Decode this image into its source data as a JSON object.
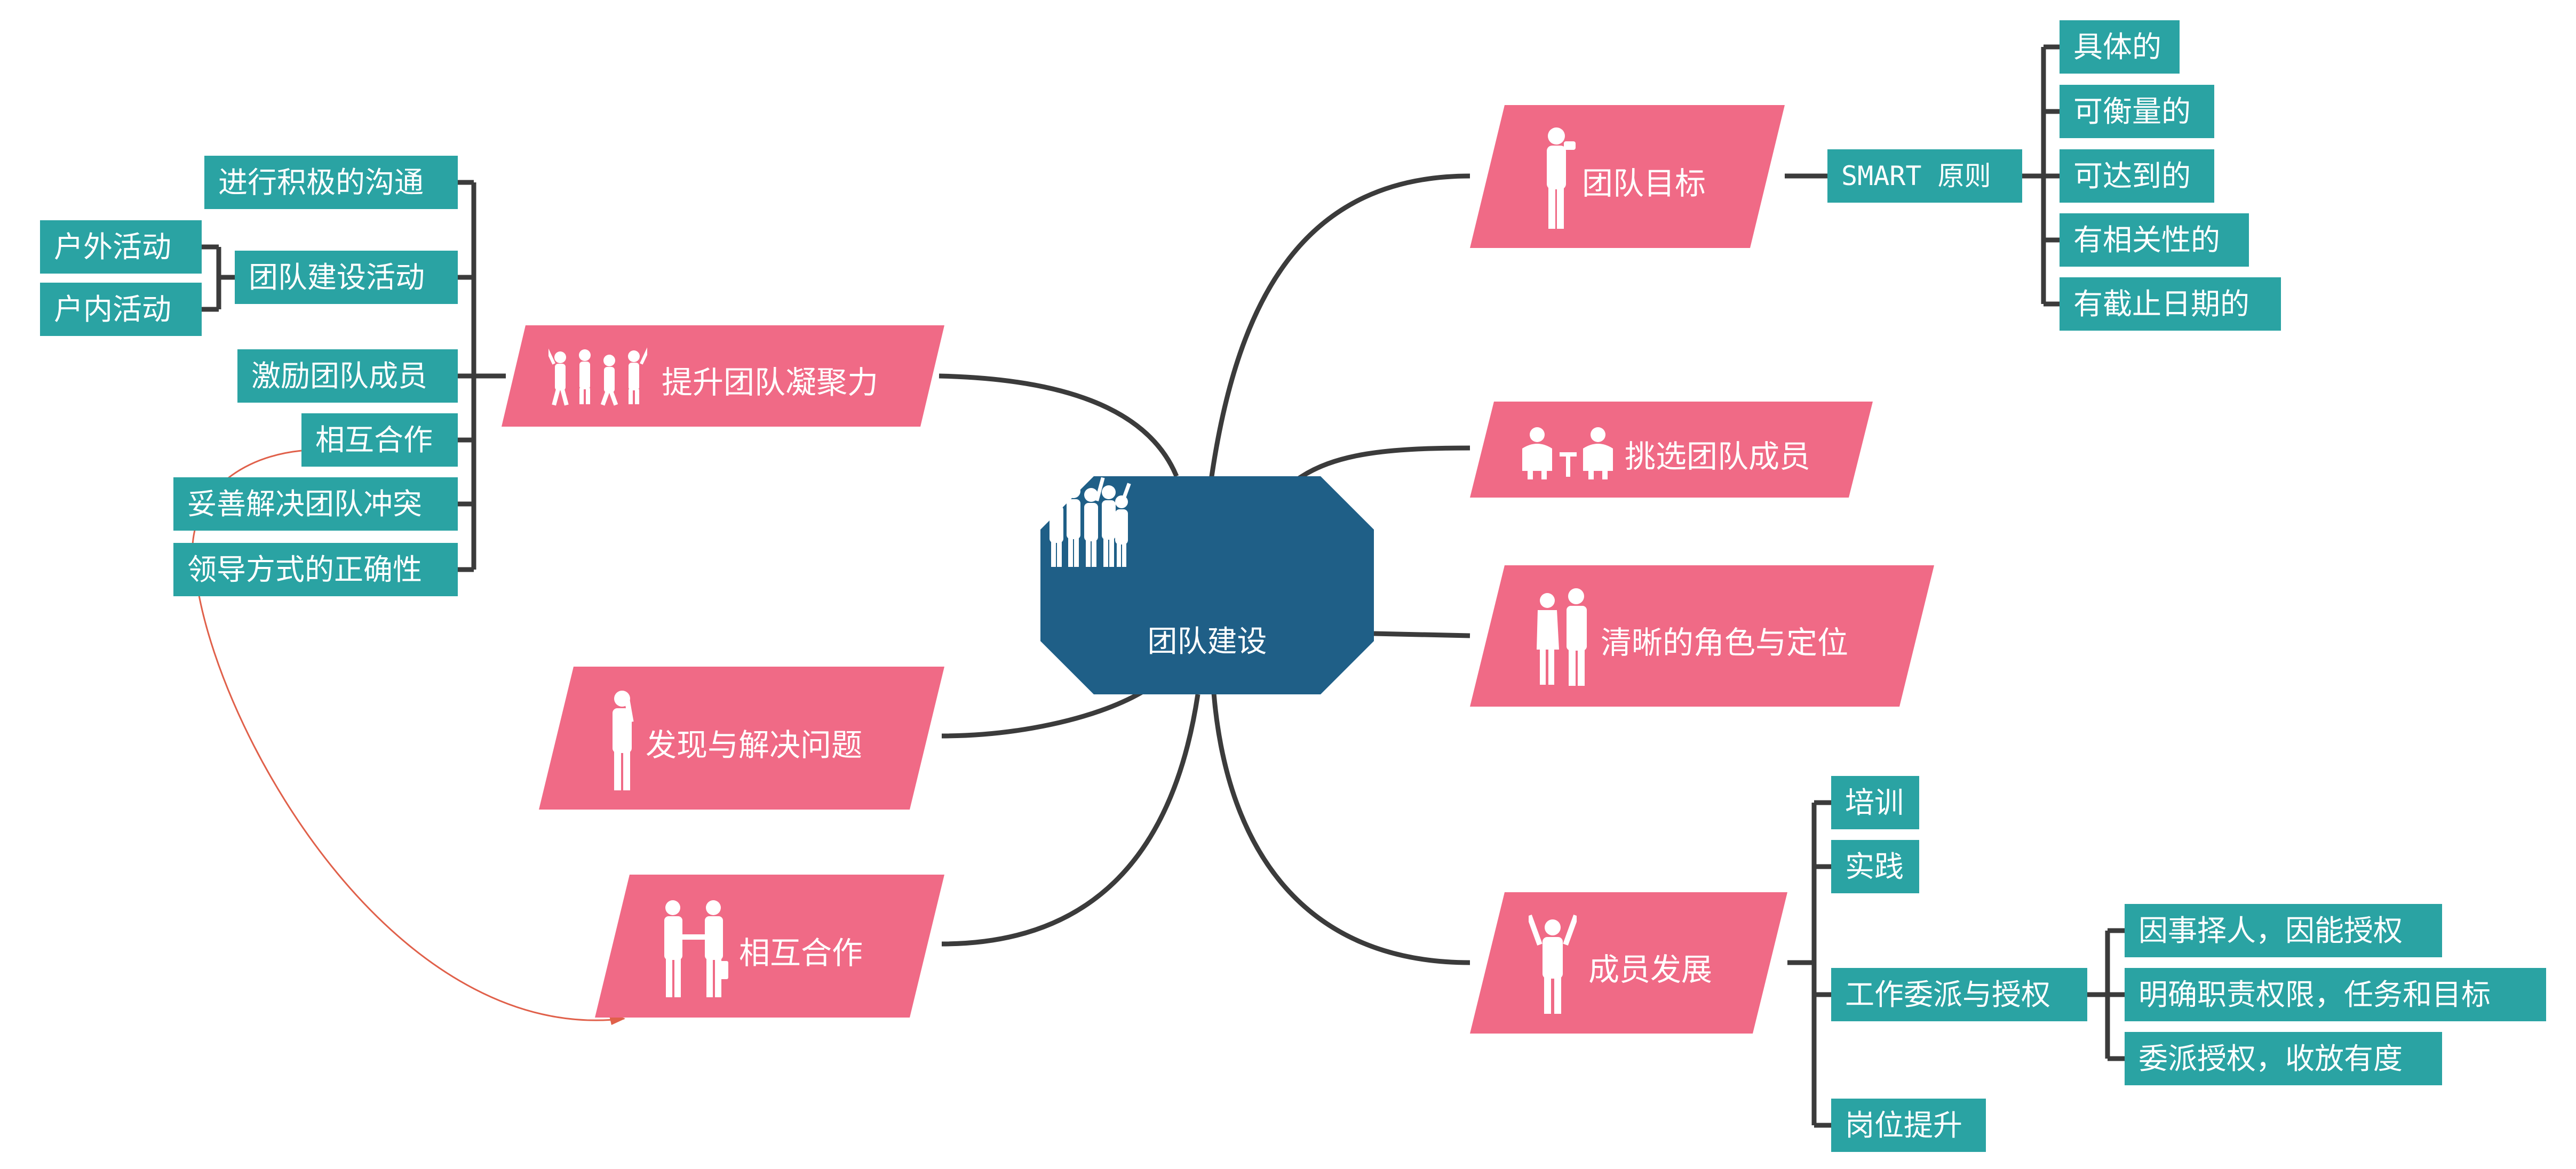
{
  "colors": {
    "central": "#1f5f87",
    "main": "#f06a86",
    "sub": "#2aa3a3",
    "line": "#3b3b3b",
    "relation": "#e0604a"
  },
  "central": {
    "label": "团队建设",
    "icon": "group-silhouette-icon"
  },
  "right": {
    "goal": {
      "label": "团队目标",
      "icon": "person-silhouette-icon",
      "principle": "SMART 原则",
      "items": [
        "具体的",
        "可衡量的",
        "可达到的",
        "有相关性的",
        "有截止日期的"
      ]
    },
    "select": {
      "label": "挑选团队成员",
      "icon": "meeting-silhouette-icon"
    },
    "roles": {
      "label": "清晰的角色与定位",
      "icon": "two-people-silhouette-icon"
    },
    "develop": {
      "label": "成员发展",
      "icon": "cheering-person-silhouette-icon",
      "items": [
        "培训",
        "实践",
        "工作委派与授权",
        "岗位提升"
      ],
      "delegation": [
        "因事择人，因能授权",
        "明确职责权限，任务和目标",
        "委派授权，收放有度"
      ]
    }
  },
  "left": {
    "cohesion": {
      "label": "提升团队凝聚力",
      "icon": "jumping-people-silhouette-icon",
      "items": [
        "进行积极的沟通",
        "团队建设活动",
        "激励团队成员",
        "相互合作",
        "妥善解决团队冲突",
        "领导方式的正确性"
      ],
      "activities": [
        "户外活动",
        "户内活动"
      ]
    },
    "problem": {
      "label": "发现与解决问题",
      "icon": "thinking-person-silhouette-icon"
    },
    "cooperate": {
      "label": "相互合作",
      "icon": "handshake-silhouette-icon"
    }
  }
}
